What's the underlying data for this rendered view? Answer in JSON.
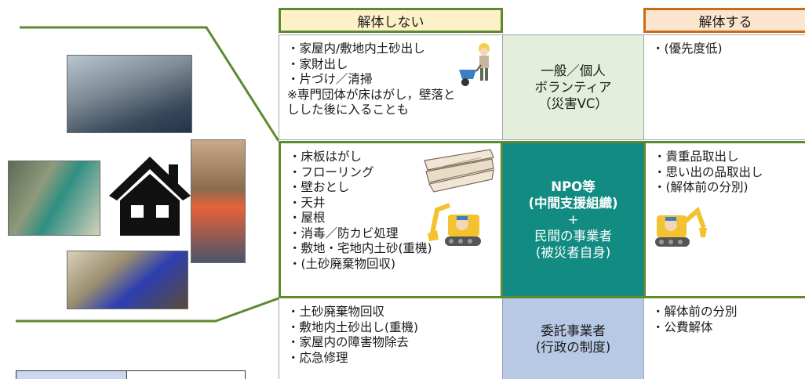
{
  "header": {
    "left_label": "解体しない",
    "right_label": "解体する",
    "left_border_color": "#5d8a2e",
    "right_border_color": "#c76c1a"
  },
  "rows": [
    {
      "left_items": [
        "・家屋内/敷地内土砂出し",
        "・家財出し",
        "・片づけ／清掃",
        "※専門団体が床はがし，壁落と",
        "しした後に入ることも"
      ],
      "mid_lines": [
        "一般／個人",
        "ボランティア",
        "（災害VC）"
      ],
      "right_items": [
        "・(優先度低)"
      ]
    },
    {
      "left_items": [
        "・床板はがし",
        "・フローリング",
        "・壁おとし",
        "・天井",
        "・屋根",
        "・消毒／防カビ処理",
        "・敷地・宅地内土砂(重機)",
        "・(土砂廃棄物回収)"
      ],
      "mid_lines": [
        "NPO等",
        "(中間支援組織)",
        "+",
        "民間の事業者",
        "(被災者自身)"
      ],
      "right_items": [
        "・貴重品取出し",
        "・思い出の品取出し",
        "・(解体前の分別)"
      ]
    },
    {
      "left_items": [
        "・土砂廃棄物回収",
        "・敷地内土砂出し(重機)",
        "・家屋内の障害物除去",
        "・応急修理"
      ],
      "mid_lines": [
        "委託事業者",
        "(行政の制度)"
      ],
      "right_items": [
        "・解体前の分別",
        "・公費解体"
      ]
    }
  ],
  "colors": {
    "row1_mid_bg": "#e3efda",
    "row2_mid_bg": "#128c82",
    "row3_mid_bg": "#b8c9e5",
    "house_icon": "#111111"
  },
  "icons": {
    "house": "house-icon",
    "worker_wheelbarrow": "worker-wheelbarrow-icon",
    "excavator": "excavator-icon",
    "floorboards": "floorboards-icon"
  }
}
